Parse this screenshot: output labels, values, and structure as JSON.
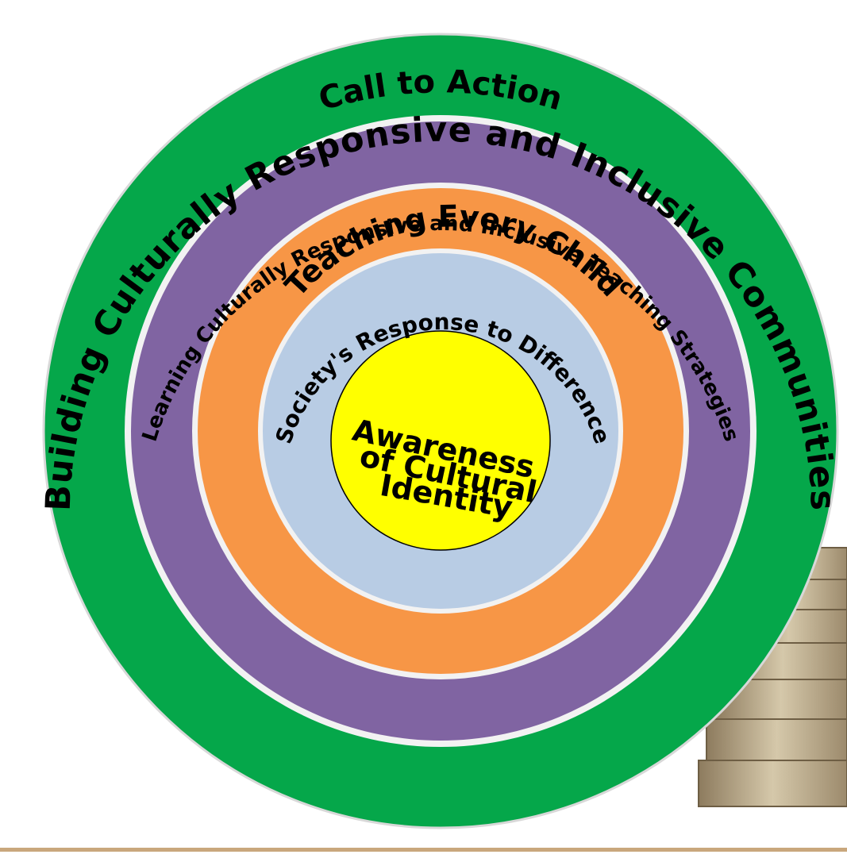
{
  "colors": {
    "outer_ring": "#05A74A",
    "purple_ring": "#8064A2",
    "orange_ring": "#F79646",
    "lightblue_ring": "#B8CCE4",
    "center": "#FFFF00",
    "gap": "#F2F2F2",
    "bottom_bar": "#C9A77C",
    "books_base": "#A8987A"
  },
  "rings": {
    "outer": {
      "label_top": "Building Culturally Responsive and Inclusive Communities",
      "label_sub": "Call to Action"
    },
    "purple": {
      "label": "Learning Culturally Responsive and Inclusive Teaching Strategies"
    },
    "orange": {
      "label": "Teaching Every Child"
    },
    "lightblue": {
      "label": "Society's Response to Difference"
    },
    "center": {
      "line1": "Awareness",
      "line2": "of Cultural",
      "line3": "Identity"
    }
  }
}
